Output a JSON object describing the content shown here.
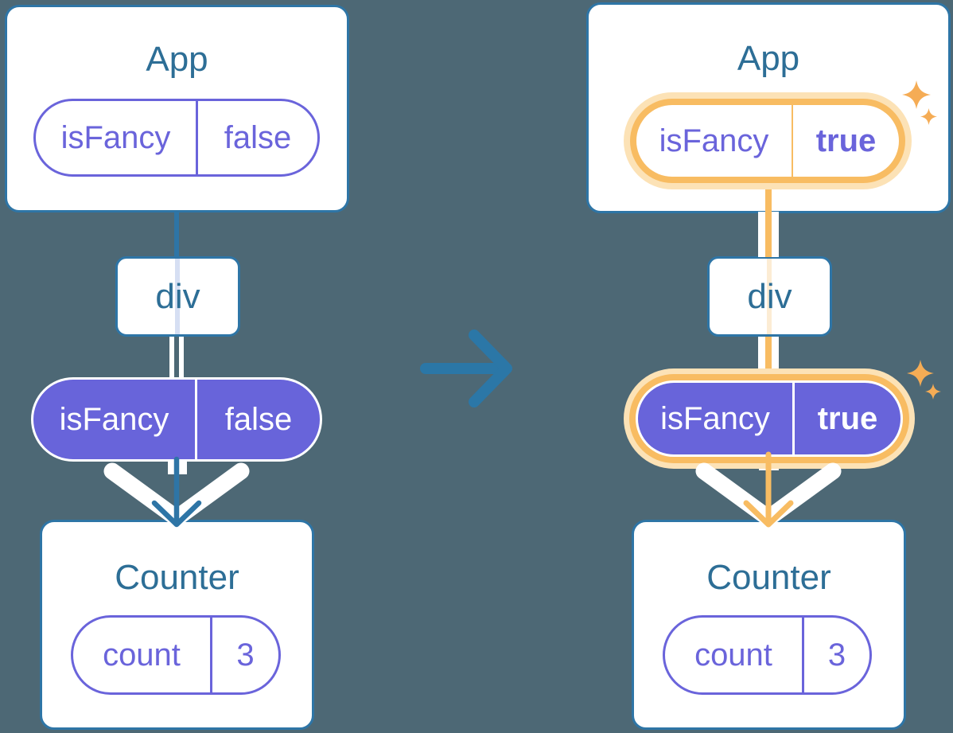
{
  "colors": {
    "background": "#4d6875",
    "card-border": "#2e75a6",
    "title-text": "#2d6e96",
    "purple": "#6a64db",
    "purple-fill": "#6864da",
    "orange": "#f8bc62",
    "orange-light": "#fce2b6",
    "sparkle": "#f5ac55",
    "arrow-blue": "#2b77a7"
  },
  "before": {
    "app": {
      "title": "App",
      "prop_name": "isFancy",
      "prop_value": "false"
    },
    "div_label": "div",
    "prop_pill": {
      "name": "isFancy",
      "value": "false"
    },
    "counter": {
      "title": "Counter",
      "state_name": "count",
      "state_value": "3"
    }
  },
  "after": {
    "app": {
      "title": "App",
      "prop_name": "isFancy",
      "prop_value": "true"
    },
    "div_label": "div",
    "prop_pill": {
      "name": "isFancy",
      "value": "true"
    },
    "counter": {
      "title": "Counter",
      "state_name": "count",
      "state_value": "3"
    }
  }
}
